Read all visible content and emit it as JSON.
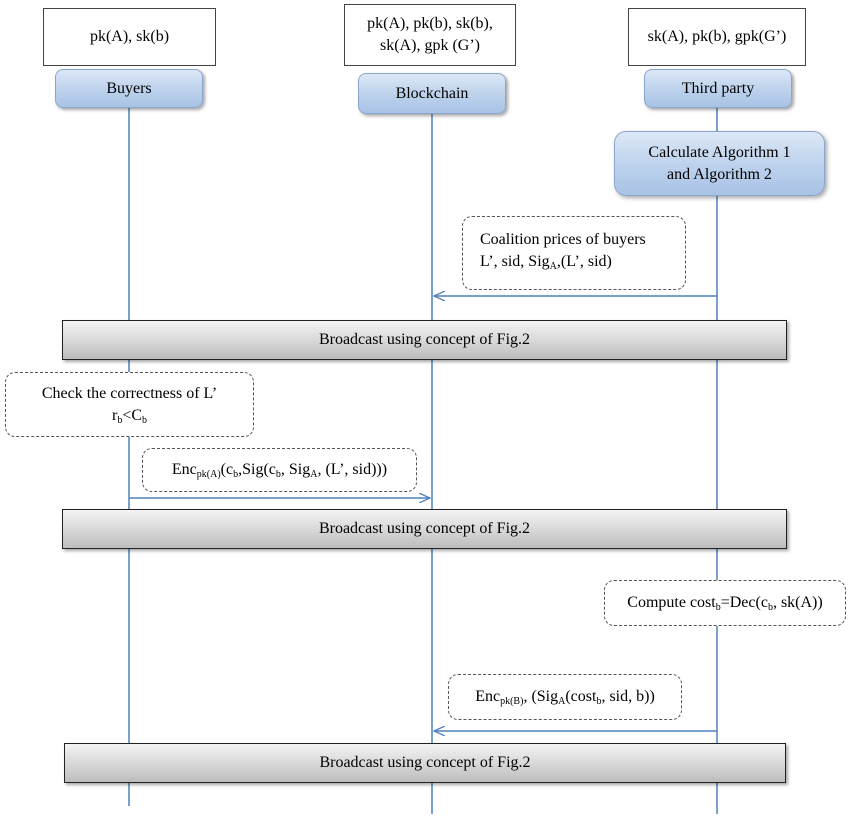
{
  "key_boxes": {
    "buyers": "pk(A), sk(b)",
    "blockchain_line1": "pk(A), pk(b), sk(b),",
    "blockchain_line2": "sk(A), gpk (G’)",
    "third_party": "sk(A), pk(b), gpk(G’)"
  },
  "actors": {
    "buyers": "Buyers",
    "blockchain": "Blockchain",
    "third_party": "Third party"
  },
  "process": {
    "line1": "Calculate Algorithm 1",
    "line2": "and Algorithm 2"
  },
  "messages": {
    "coalition": {
      "line1": "Coalition prices of buyers",
      "line2_a": "L’, sid, Sig",
      "line2_sub": "A",
      "line2_b": ",(L’, sid)"
    },
    "check": {
      "line1": "Check the correctness of L’",
      "r": "r",
      "r_sub": "b",
      "lt": "<C",
      "c_sub": "b"
    },
    "enc_bid": {
      "a": "Enc",
      "a_sub": "pk(A)",
      "b": "(c",
      "b_sub": "b",
      "c": ",Sig(c",
      "c_sub": "b",
      "d": ", Sig",
      "d_sub": "A",
      "e": ", (L’, sid)))"
    },
    "compute_cost": {
      "a": "Compute cost",
      "a_sub": "b",
      "b": "=Dec(c",
      "b_sub": "b",
      "c": ", sk(A))"
    },
    "enc_result": {
      "a": "Enc",
      "a_sub": "pk(B)",
      "b": ", (Sig",
      "b_sub": "A",
      "c": "(cost",
      "c_sub": "b",
      "d": ", sid, b))"
    }
  },
  "broadcast": {
    "bar1": "Broadcast using concept of Fig.2",
    "bar2": "Broadcast using concept of Fig.2",
    "bar3": "Broadcast using concept of Fig.2"
  },
  "colors": {
    "lifeline": "#4f81bd",
    "actor_fill": "#bcd1ec",
    "bar_fill": "#d9d9d9"
  }
}
